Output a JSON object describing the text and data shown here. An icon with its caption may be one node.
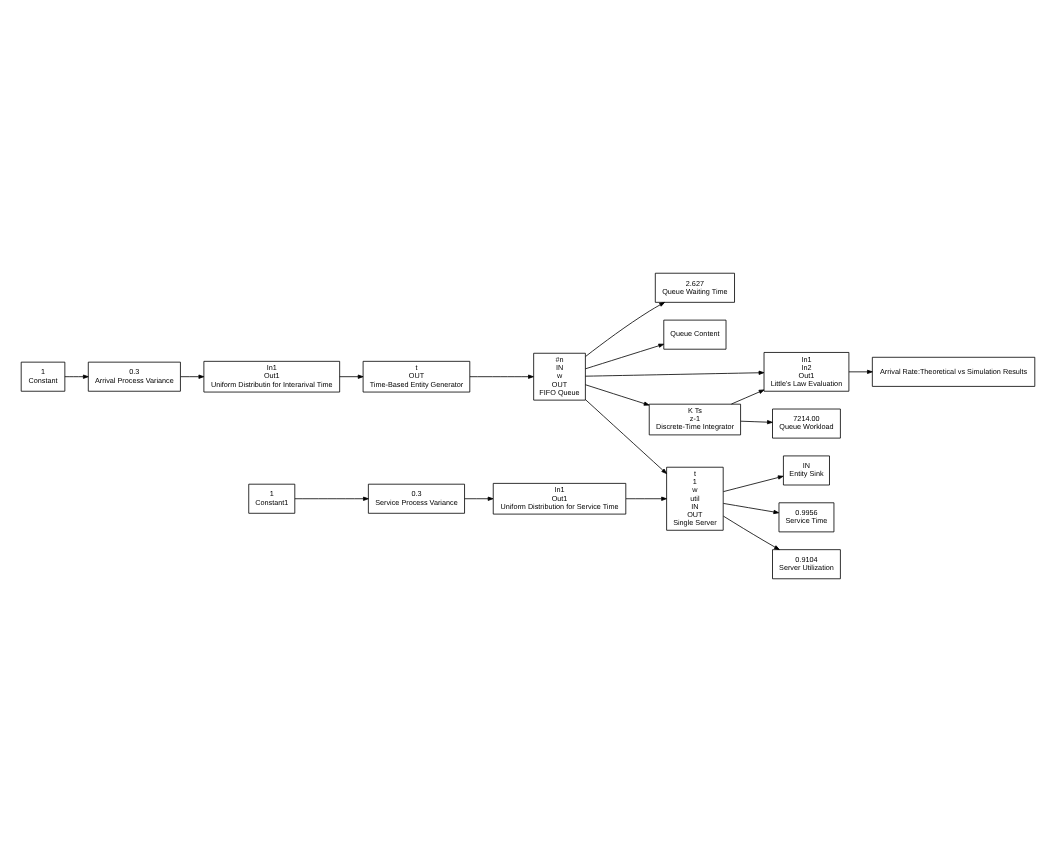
{
  "diagram": {
    "nodes": [
      {
        "text": [
          "1",
          "Constant"
        ]
      },
      {
        "text": [
          "0.3",
          "Arrival Process Variance"
        ]
      },
      {
        "text": [
          "In1",
          "Out1",
          "Uniform Distributin for Interarival Time"
        ]
      },
      {
        "text": [
          "1",
          "Constant1"
        ]
      },
      {
        "text": [
          "0.3",
          "Service Process Variance"
        ]
      },
      {
        "text": [
          "In1",
          "Out1",
          "Uniform Distribution for Service Time"
        ]
      },
      {
        "text": [
          "t",
          "OUT",
          "Time-Based Entity Generator"
        ]
      },
      {
        "text": [
          "#n",
          "IN",
          "w",
          "OUT",
          "FIFO Queue"
        ]
      },
      {
        "text": [
          "t",
          "1",
          "w",
          "util",
          "IN",
          "OUT",
          "Single Server"
        ]
      },
      {
        "text": [
          "IN",
          "Entity Sink"
        ]
      },
      {
        "text": [
          "Queue Content"
        ]
      },
      {
        "text": [
          "K Ts",
          "z-1",
          "Discrete-Time Integrator"
        ]
      },
      {
        "text": [
          "In1",
          "In2",
          "Out1",
          "Little's Law Evaluation"
        ]
      },
      {
        "text": [
          "7214.00",
          "Queue Workload"
        ]
      },
      {
        "text": [
          "0.9956",
          "Service Time"
        ]
      },
      {
        "text": [
          "0.9104",
          "Server Utilization"
        ]
      },
      {
        "text": [
          "2.627",
          "Queue Waiting Time"
        ]
      },
      {
        "text": [
          "Arrival Rate:Theoretical vs Simulation Results"
        ]
      }
    ],
    "edges": [
      {
        "from": 0,
        "to": 1,
        "arrow": "to"
      },
      {
        "from": 1,
        "to": 2,
        "arrow": "to"
      },
      {
        "from": 2,
        "to": 6,
        "arrow": "to"
      },
      {
        "from": 3,
        "to": 4,
        "arrow": "to"
      },
      {
        "from": 4,
        "to": 5,
        "arrow": "to"
      },
      {
        "from": 5,
        "to": 8,
        "arrow": "to"
      },
      {
        "from": 6,
        "to": 7,
        "arrow": "to"
      },
      {
        "from": 7,
        "to": 8,
        "arrow": "to"
      },
      {
        "from": 8,
        "to": 9,
        "arrow": "to"
      },
      {
        "from": 7,
        "to": 10,
        "arrow": "to"
      },
      {
        "from": 7,
        "to": 11,
        "arrow": "to"
      },
      {
        "from": 7,
        "to": 16,
        "arrow": "to"
      },
      {
        "from": 7,
        "to": 12,
        "arrow": "to"
      },
      {
        "from": 11,
        "to": 13,
        "arrow": "to"
      },
      {
        "from": 11,
        "to": 12,
        "arrow": "to"
      },
      {
        "from": 8,
        "to": 14,
        "arrow": "to"
      },
      {
        "from": 8,
        "to": 15,
        "arrow": "to"
      },
      {
        "from": 12,
        "to": 17,
        "arrow": "to"
      }
    ]
  }
}
